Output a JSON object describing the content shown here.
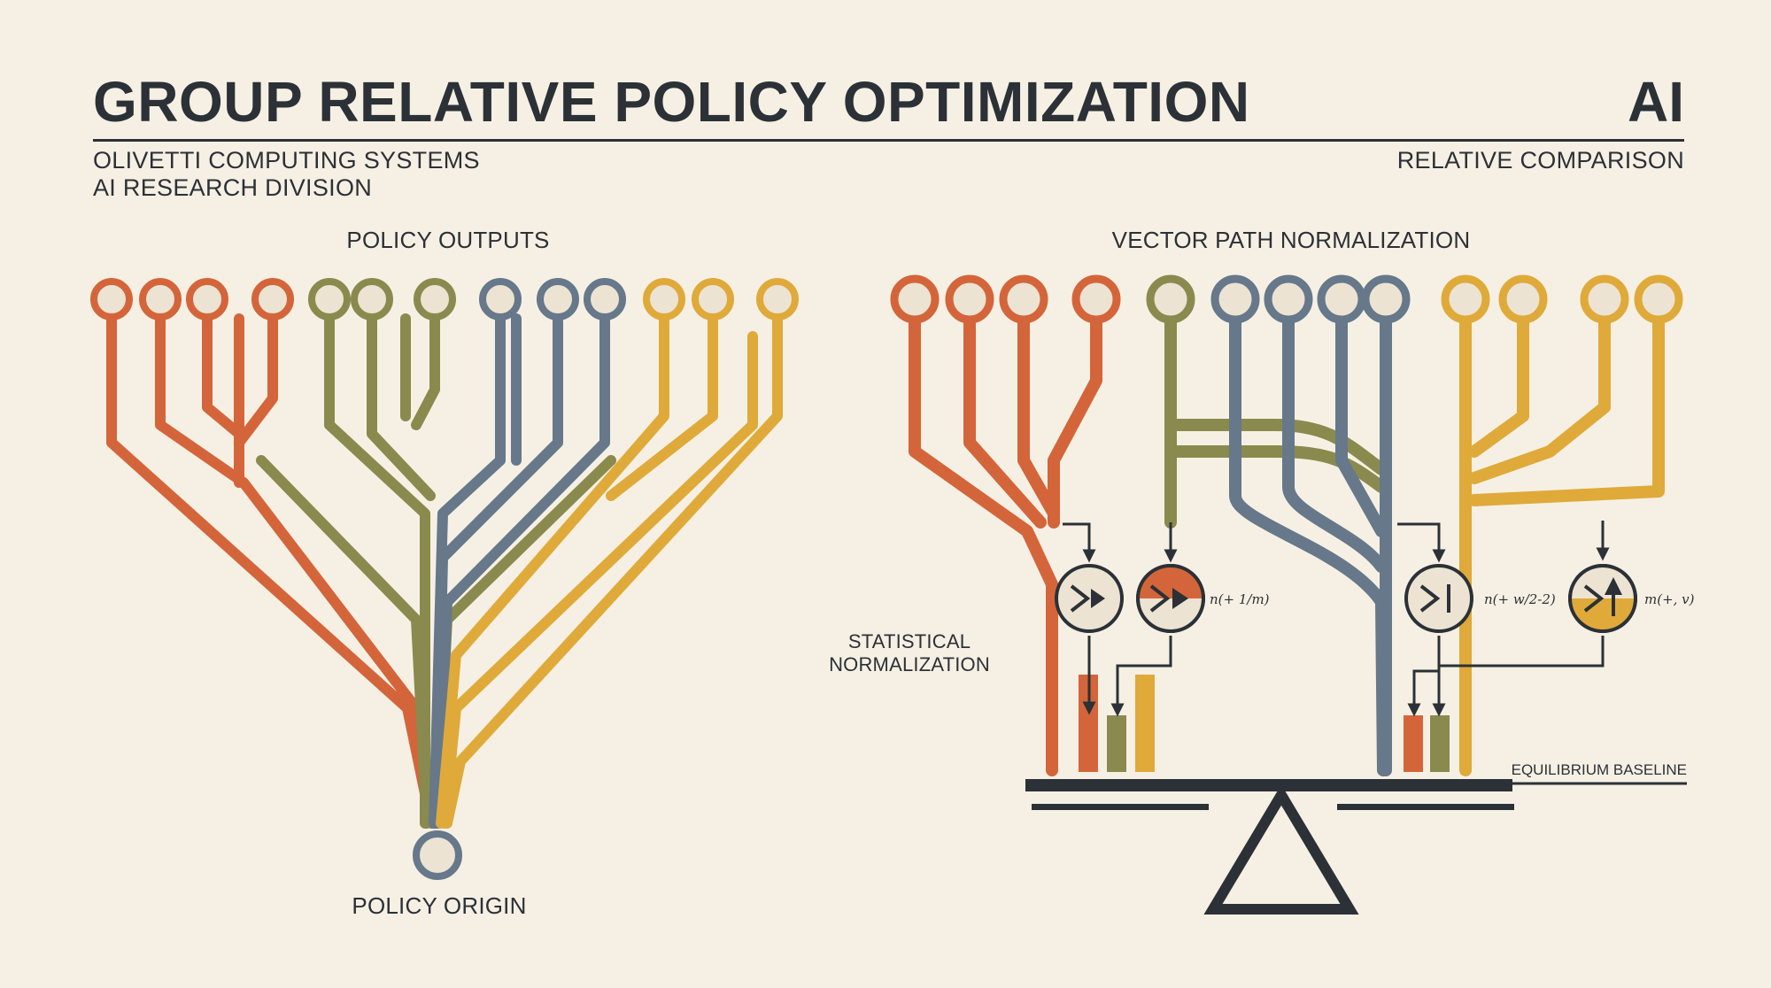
{
  "header": {
    "title": "GROUP RELATIVE POLICY OPTIMIZATION",
    "brand": "AI",
    "subtitle_line1": "OLIVETTI COMPUTING SYSTEMS",
    "subtitle_line2": "AI RESEARCH DIVISION",
    "tagline": "RELATIVE COMPARISON"
  },
  "left_panel": {
    "heading": "POLICY OUTPUTS",
    "origin_label": "POLICY ORIGIN"
  },
  "right_panel": {
    "heading": "VECTOR PATH NORMALIZATION",
    "side_label_line1": "STATISTICAL",
    "side_label_line2": "NORMALIZATION",
    "baseline_label": "EQUILIBRIUM BASELINE",
    "formulas": [
      "n(+ 1/m)",
      "n(+ w/2-2)",
      "m(+, v)"
    ]
  },
  "colors": {
    "background": "#f6f0e4",
    "ink": "#2b3136",
    "red": "#d4653a",
    "olive": "#8a8a4e",
    "blue": "#66788a",
    "yellow": "#dfaa3a",
    "node_fill": "#ece3d3"
  }
}
